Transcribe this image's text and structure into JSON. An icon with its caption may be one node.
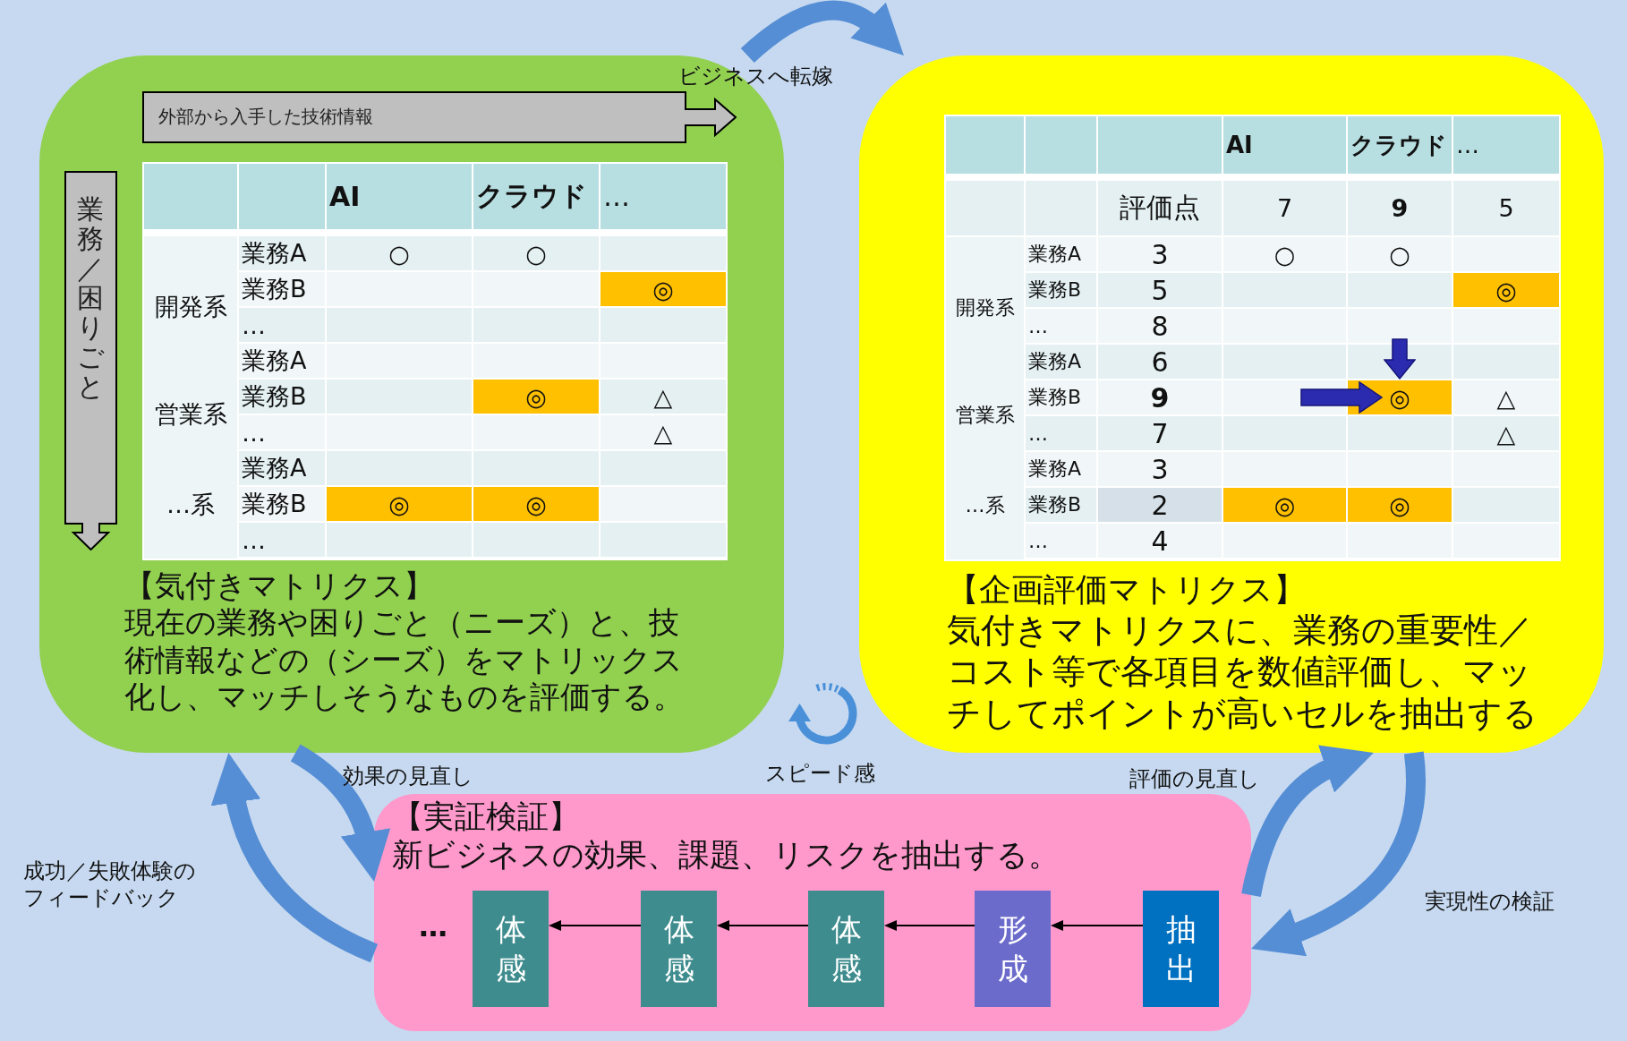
{
  "diagram": {
    "nodes": [
      {
        "text": [
          "【気付きマトリクス】",
          "現在の業務や困りごと（ニーズ）と、技術情報などの（シーズ）をマトリックス化し、マッチしそうなものを評価する。"
        ]
      },
      {
        "text": [
          "外部から入手した技術情報"
        ],
        "in": 0
      },
      {
        "text": [
          "業務／困りごと"
        ],
        "in": 0
      },
      {
        "text": [
          "【企画評価マトリクス】",
          "気付きマトリクスに、業務の重要性／コスト等で各項目を数値評価し、マッチしてポイントが高いセルを抽出する"
        ]
      },
      {
        "text": [
          "【実証検証】",
          "新ビジネスの効果、課題、リスクを抽出する。"
        ]
      },
      {
        "text": [
          "体感"
        ],
        "in": 4
      },
      {
        "text": [
          "体感"
        ],
        "in": 4
      },
      {
        "text": [
          "体感"
        ],
        "in": 4
      },
      {
        "text": [
          "形成"
        ],
        "in": 4
      },
      {
        "text": [
          "抽出"
        ],
        "in": 4
      }
    ],
    "edges": [
      {
        "from": 0,
        "to": 3,
        "arrow": "to",
        "label": "ビジネスへ転嫁"
      },
      {
        "from": 0,
        "to": 4,
        "arrow": "to",
        "label": "効果の見直し"
      },
      {
        "from": 4,
        "to": 0,
        "arrow": "to",
        "label": "成功／失敗体験のフィードバック"
      },
      {
        "from": 4,
        "to": 3,
        "arrow": "to",
        "label": "評価の見直し"
      },
      {
        "from": 3,
        "to": 4,
        "arrow": "to",
        "label": "実現性の検証"
      },
      {
        "from": 9,
        "to": 8,
        "arrow": "to",
        "color": "#000000"
      },
      {
        "from": 8,
        "to": 7,
        "arrow": "to",
        "color": "#000000"
      },
      {
        "from": 7,
        "to": 6,
        "arrow": "to",
        "color": "#000000"
      },
      {
        "from": 6,
        "to": 5,
        "arrow": "to",
        "color": "#000000"
      }
    ],
    "labels": [
      "AI",
      "クラウド",
      "…",
      "開発系",
      "業務A",
      "○",
      "○",
      "業務B",
      "◎",
      "…",
      "営業系",
      "業務A",
      "業務B",
      "◎",
      "△",
      "…",
      "△",
      "…系",
      "業務A",
      "業務B",
      "◎",
      "◎",
      "…",
      "AI",
      "クラウド",
      "…",
      "評価点",
      "7",
      "9",
      "5",
      "開発系",
      "業務A",
      "3",
      "○",
      "○",
      "業務B",
      "5",
      "◎",
      "…",
      "8",
      "営業系",
      "業務A",
      "6",
      "業務B",
      "9",
      "◎",
      "△",
      "…",
      "7",
      "△",
      "…系",
      "業務A",
      "3",
      "業務B",
      "2",
      "◎",
      "◎",
      "…",
      "4",
      "スピード感",
      "…"
    ]
  }
}
